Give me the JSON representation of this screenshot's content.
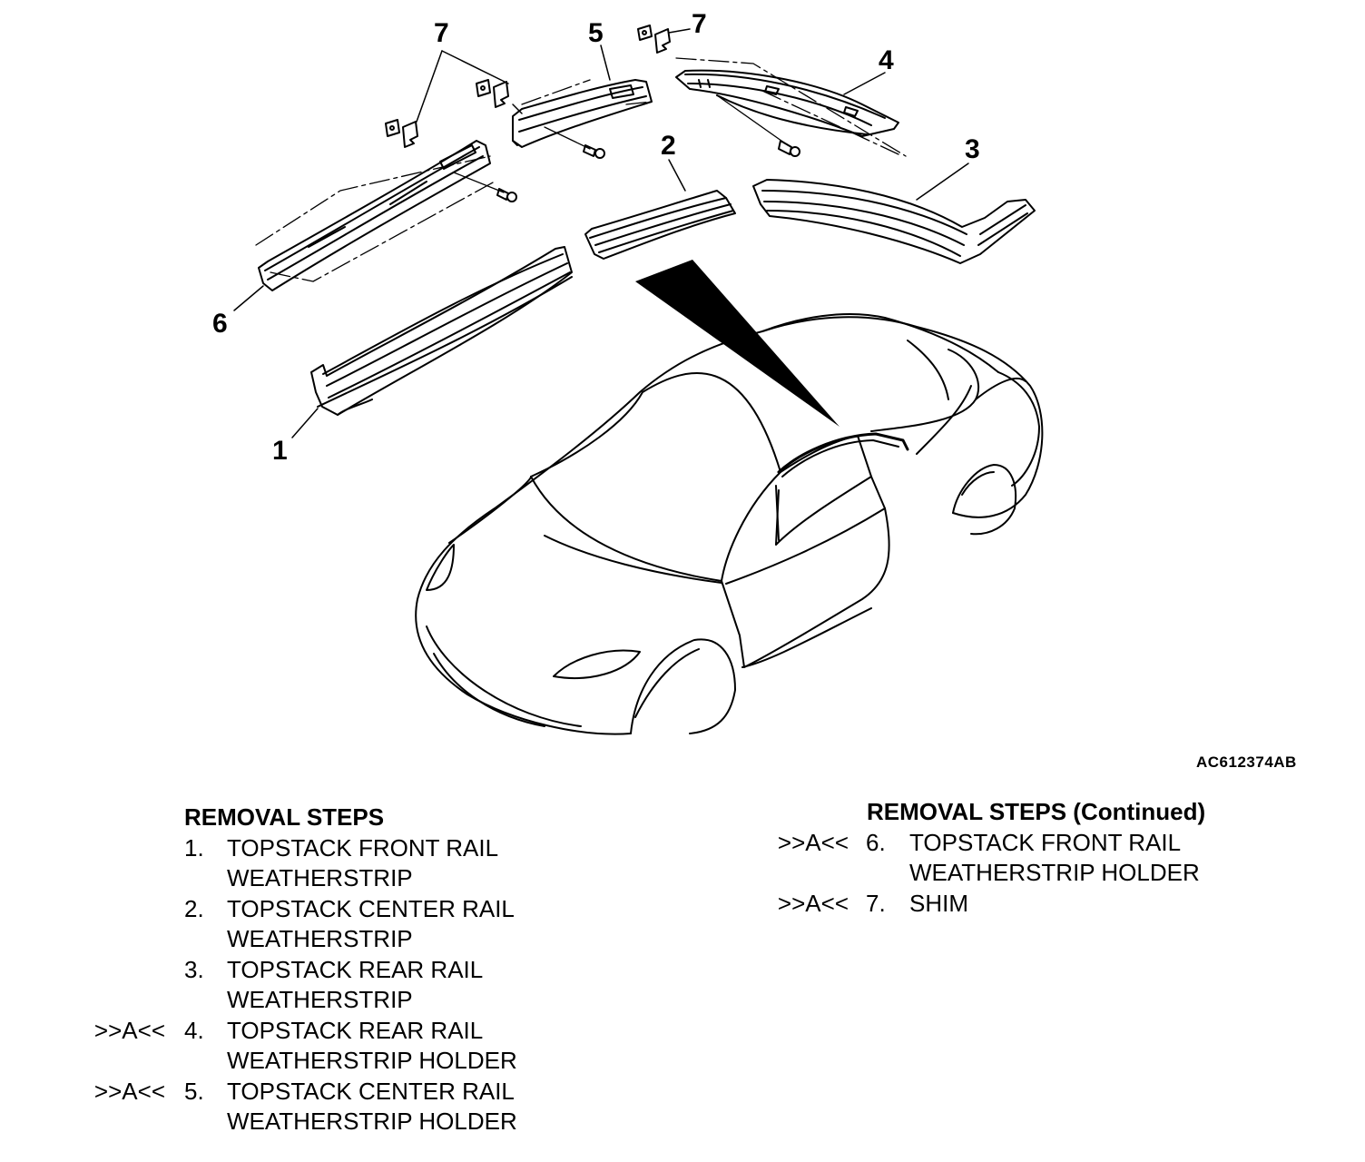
{
  "figure": {
    "callouts": {
      "c1": "1",
      "c2": "2",
      "c3": "3",
      "c4": "4",
      "c5": "5",
      "c6": "6",
      "c7a": "7",
      "c7b": "7"
    },
    "code": "AC612374AB"
  },
  "removal_steps": {
    "heading": "REMOVAL STEPS",
    "items": [
      {
        "mark": "",
        "num": "1.",
        "text": "TOPSTACK FRONT RAIL\nWEATHERSTRIP"
      },
      {
        "mark": "",
        "num": "2.",
        "text": "TOPSTACK CENTER RAIL\nWEATHERSTRIP"
      },
      {
        "mark": "",
        "num": "3.",
        "text": "TOPSTACK REAR RAIL\nWEATHERSTRIP"
      },
      {
        "mark": ">>A<<",
        "num": "4.",
        "text": "TOPSTACK REAR RAIL\nWEATHERSTRIP HOLDER"
      },
      {
        "mark": ">>A<<",
        "num": "5.",
        "text": "TOPSTACK CENTER RAIL\nWEATHERSTRIP HOLDER"
      }
    ]
  },
  "removal_steps_continued": {
    "heading": "REMOVAL STEPS (Continued)",
    "items": [
      {
        "mark": ">>A<<",
        "num": "6.",
        "text": "TOPSTACK FRONT RAIL\nWEATHERSTRIP HOLDER"
      },
      {
        "mark": ">>A<<",
        "num": "7.",
        "text": "SHIM"
      }
    ]
  }
}
